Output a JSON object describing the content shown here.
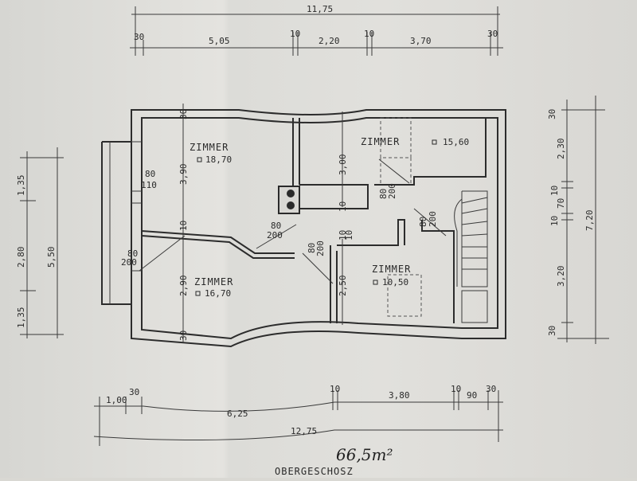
{
  "dimensions": {
    "top_total": "11,75",
    "top_wall_left": "30",
    "top_seg1": "5,05",
    "top_wall_mid1": "10",
    "top_seg2": "2,20",
    "top_wall_mid2": "10",
    "top_seg3": "3,70",
    "top_wall_right": "30",
    "left_a": "1,35",
    "left_b": "2,80",
    "left_c": "1,35",
    "left_total": "5,50",
    "right_wall_top": "30",
    "right_a": "2,30",
    "right_wall_b": "10",
    "right_c": "70",
    "right_wall_d": "10",
    "right_total": "7,20",
    "right_e": "3,20",
    "right_wall_bottom": "30",
    "bottom_a": "1,00",
    "bottom_wall1": "30",
    "bottom_seg1": "6,25",
    "bottom_wall2": "10",
    "bottom_seg2": "3,80",
    "bottom_wall3": "10",
    "bottom_seg3": "90",
    "bottom_wall4": "30",
    "bottom_total": "12,75"
  },
  "rooms": [
    {
      "label": "ZIMMER",
      "area": "18,70"
    },
    {
      "label": "ZIMMER",
      "area": "15,60"
    },
    {
      "label": "ZIMMER",
      "area": "16,70"
    },
    {
      "label": "ZIMMER",
      "area": "10,50"
    }
  ],
  "inner_dims": {
    "r1_height": "3,90",
    "r2_height": "3,00",
    "r3_height": "2,90",
    "r4_height": "2,50",
    "wall_30_a": "30",
    "wall_30_b": "30",
    "wall_10_a": "10",
    "wall_10_b": "10",
    "wall_10_c": "10",
    "wall_10_d": "10",
    "window_80_110_a": "80",
    "window_80_110_b": "110",
    "door_80_200_a": "80",
    "door_80_200_b": "200",
    "door_80_200_c": "80",
    "door_80_200_d": "200",
    "door_80_200_e": "80",
    "door_80_200_f": "200",
    "door_80_200_g": "80",
    "door_80_200_h": "200",
    "door_80_200_i": "80",
    "door_80_200_j": "200"
  },
  "total_area": "66,5m²",
  "floor_label": "OBERGESCHOSZ",
  "icons": {
    "area_marker": "small-square"
  }
}
